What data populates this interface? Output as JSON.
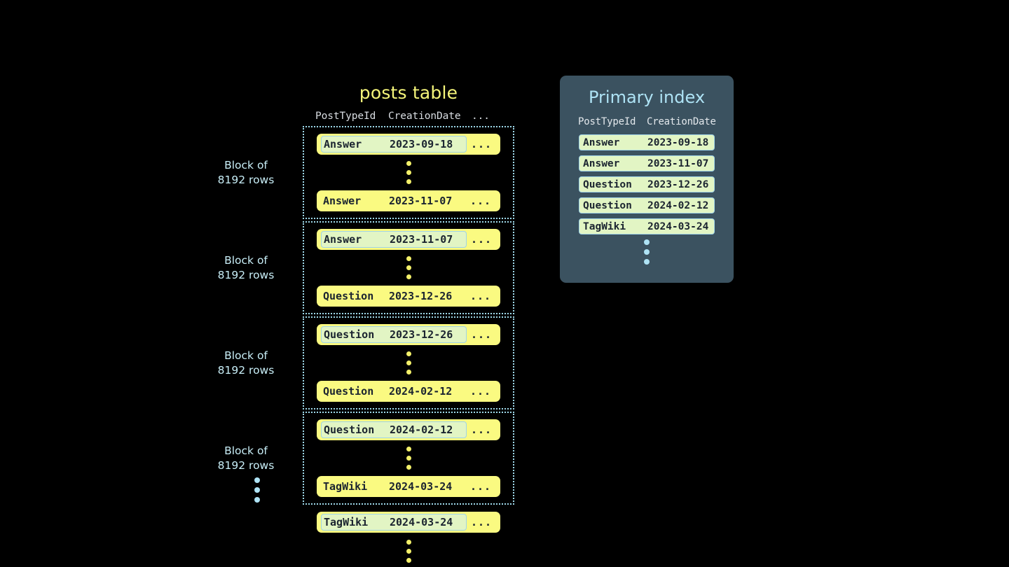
{
  "posts_table": {
    "title": "posts table",
    "columns": {
      "post_type_id": "PostTypeId",
      "creation_date": "CreationDate",
      "more": "..."
    },
    "blocks": [
      {
        "label": "Block of\n8192 rows",
        "first_row": {
          "type": "Answer",
          "date": "2023-09-18",
          "more": "...",
          "highlight": true
        },
        "last_row": {
          "type": "Answer",
          "date": "2023-11-07",
          "more": "...",
          "highlight": false
        }
      },
      {
        "label": "Block of\n8192 rows",
        "first_row": {
          "type": "Answer",
          "date": "2023-11-07",
          "more": "...",
          "highlight": true
        },
        "last_row": {
          "type": "Question",
          "date": "2023-12-26",
          "more": "...",
          "highlight": false
        }
      },
      {
        "label": "Block of\n8192 rows",
        "first_row": {
          "type": "Question",
          "date": "2023-12-26",
          "more": "...",
          "highlight": true
        },
        "last_row": {
          "type": "Question",
          "date": "2024-02-12",
          "more": "...",
          "highlight": false
        }
      },
      {
        "label": "Block of\n8192 rows",
        "first_row": {
          "type": "Question",
          "date": "2024-02-12",
          "more": "...",
          "highlight": true
        },
        "last_row": {
          "type": "TagWiki",
          "date": "2024-03-24",
          "more": "...",
          "highlight": false
        }
      }
    ],
    "tail_row": {
      "type": "TagWiki",
      "date": "2024-03-24",
      "more": "...",
      "highlight": true
    }
  },
  "primary_index": {
    "title": "Primary index",
    "columns": {
      "post_type_id": "PostTypeId",
      "creation_date": "CreationDate"
    },
    "rows": [
      {
        "type": "Answer",
        "date": "2023-09-18"
      },
      {
        "type": "Answer",
        "date": "2023-11-07"
      },
      {
        "type": "Question",
        "date": "2023-12-26"
      },
      {
        "type": "Question",
        "date": "2024-02-12"
      },
      {
        "type": "TagWiki",
        "date": "2024-03-24"
      }
    ]
  },
  "colors": {
    "background": "#000000",
    "row_yellow": "#fafa81",
    "highlight_green": "#e2f5c4",
    "highlight_border": "#9fd3e8",
    "accent_blue": "#aee3f5",
    "panel_slate": "#3b5260",
    "title_yellow": "#f5f57a",
    "dot_yellow": "#f3f06a"
  }
}
